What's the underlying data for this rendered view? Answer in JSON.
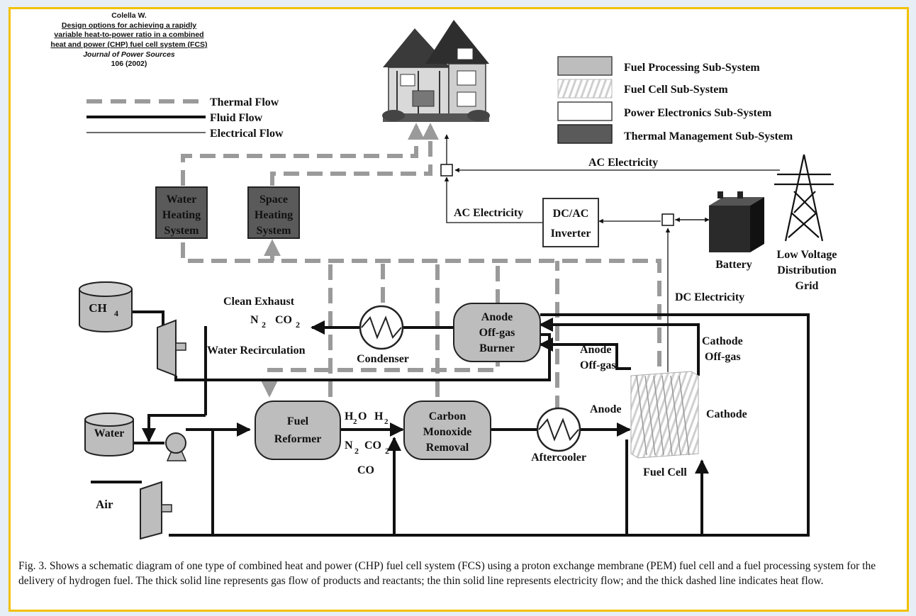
{
  "citation": {
    "author": "Colella W.",
    "title_line1": "Design options for achieving a rapidly",
    "title_line2": "variable heat-to-power ratio in a combined",
    "title_line3": "heat and power (CHP) fuel cell system (FCS)",
    "journal": "Journal of Power Sources",
    "volume_year": "106 (2002)"
  },
  "flow_legend": {
    "thermal": "Thermal Flow",
    "fluid": "Fluid Flow",
    "electrical": "Electrical Flow"
  },
  "subsystem_legend": {
    "fuel_processing": "Fuel Processing Sub-System",
    "fuel_cell": "Fuel Cell Sub-System",
    "power_electronics": "Power Electronics Sub-System",
    "thermal_management": "Thermal Management Sub-System"
  },
  "components": {
    "water_heating": [
      "Water",
      "Heating",
      "System"
    ],
    "space_heating": [
      "Space",
      "Heating",
      "System"
    ],
    "inverter": [
      "DC/AC",
      "Inverter"
    ],
    "battery": "Battery",
    "grid": [
      "Low Voltage",
      "Distribution",
      "Grid"
    ],
    "ch4": "CH",
    "ch4_sub": "4",
    "water": "Water",
    "air": "Air",
    "condenser": "Condenser",
    "burner": [
      "Anode",
      "Off-gas",
      "Burner"
    ],
    "reformer": [
      "Fuel",
      "Reformer"
    ],
    "co_removal": [
      "Carbon",
      "Monoxide",
      "Removal"
    ],
    "aftercooler": "Aftercooler",
    "fuel_cell": "Fuel Cell",
    "anode": "Anode",
    "cathode": "Cathode"
  },
  "labels": {
    "ac_electricity_top": "AC Electricity",
    "ac_electricity_mid": "AC Electricity",
    "dc_electricity": "DC Electricity",
    "clean_exhaust": "Clean Exhaust",
    "exhaust_n": "N",
    "exhaust_n_sub": "2",
    "exhaust_co": "CO",
    "exhaust_co_sub": "2",
    "water_recirculation": "Water Recirculation",
    "anode_offgas": [
      "Anode",
      "Off-gas"
    ],
    "cathode_offgas": [
      "Cathode",
      "Off-gas"
    ],
    "h2o_h": "H",
    "h2o_sub": "2",
    "h2o_o": "O",
    "h2_h": "H",
    "h2_sub": "2",
    "n2co2_n": "N",
    "n2co2_n_sub": "2",
    "n2co2_co": "CO",
    "n2co2_co_sub": "2",
    "co": "CO"
  },
  "caption": "Fig. 3.  Shows a schematic diagram of one type of combined heat and power (CHP) fuel cell system (FCS) using a proton exchange membrane (PEM) fuel cell and a fuel processing system for the delivery of hydrogen fuel. The thick solid line represents gas flow of products and reactants; the thin solid line represents electricity flow; and the thick dashed line indicates heat flow.",
  "colors": {
    "frame": "#f2c200",
    "thermal_box": "#5a5a5a",
    "fuel_processing": "#bdbdbd",
    "heat_line": "#9a9a9a"
  }
}
